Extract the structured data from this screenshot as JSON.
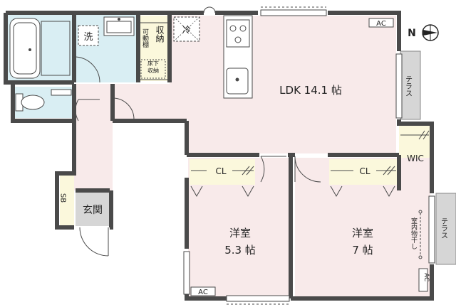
{
  "rooms": {
    "ldk": {
      "name": "LDK 14.1 帖"
    },
    "room1": {
      "name": "洋室",
      "size": "5.3 帖"
    },
    "room2": {
      "name": "洋室",
      "size": "7 帖"
    },
    "wic": {
      "name": "WIC"
    },
    "genkan": {
      "name": "玄関"
    },
    "sb": {
      "name": "SB"
    },
    "washer": {
      "name": "洗"
    },
    "fridge": {
      "name": "冷"
    }
  },
  "storage": {
    "shuno": "収納",
    "kadodana": "可動棚",
    "yukashita": "床下収納"
  },
  "closets": {
    "cl1": "CL",
    "cl2": "CL"
  },
  "terrace": {
    "right_top": "テラス",
    "right_bottom": "テラス"
  },
  "ac": {
    "ldk": "AC",
    "room1": "AC",
    "room2": "AC"
  },
  "indoor_drying": "室内物干し",
  "compass": {
    "label": "N"
  },
  "colors": {
    "wall": "#4a4a4a",
    "wet_area": "#d9eef3",
    "room_floor": "#f8eaea",
    "closet": "#fbf8dc",
    "terrace": "#d6d6d6",
    "genkan": "#d6d6d6"
  }
}
